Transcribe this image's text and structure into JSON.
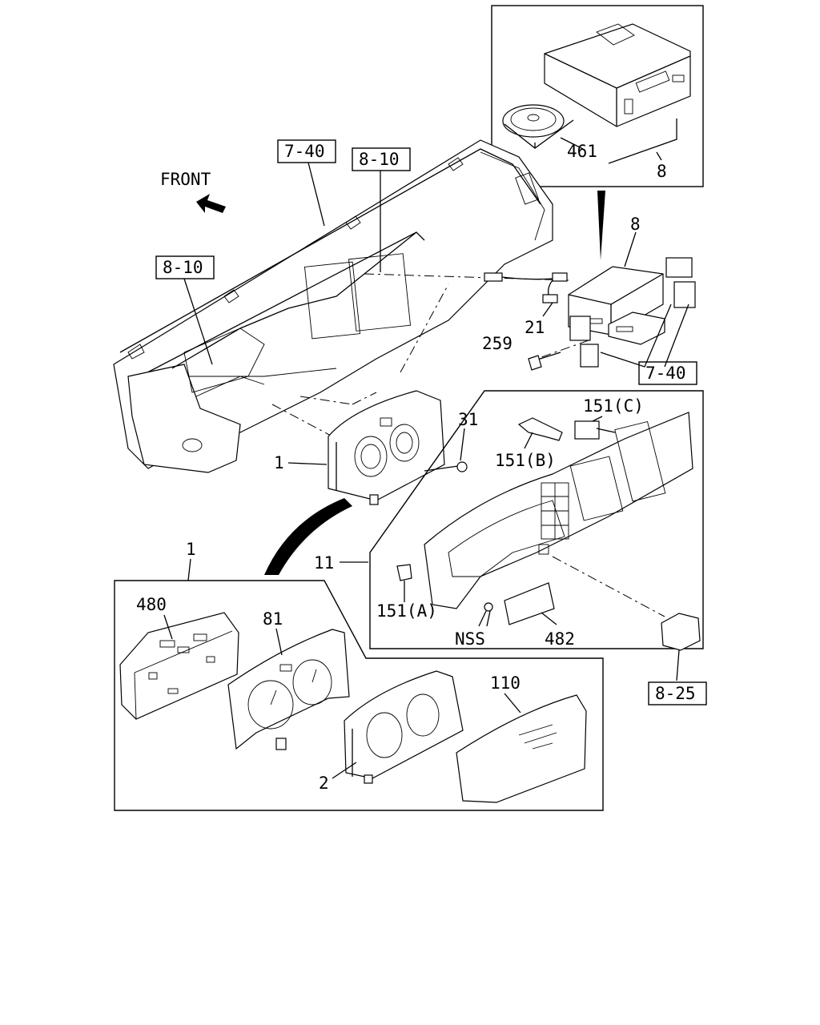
{
  "direction_label": "FRONT",
  "refs": {
    "r740_top": "7-40",
    "r810_top": "8-10",
    "r810_left": "8-10",
    "r740_right": "7-40",
    "r825": "8-25"
  },
  "parts": {
    "p8_inset": "8",
    "p461": "461",
    "p8": "8",
    "p21": "21",
    "p259": "259",
    "p31": "31",
    "p1": "1",
    "p151b": "151(B)",
    "p151c": "151(C)",
    "p11": "11",
    "p151a": "151(A)",
    "pnss": "NSS",
    "p482": "482",
    "p1_detail": "1",
    "p480": "480",
    "p81": "81",
    "p110": "110",
    "p2": "2"
  }
}
